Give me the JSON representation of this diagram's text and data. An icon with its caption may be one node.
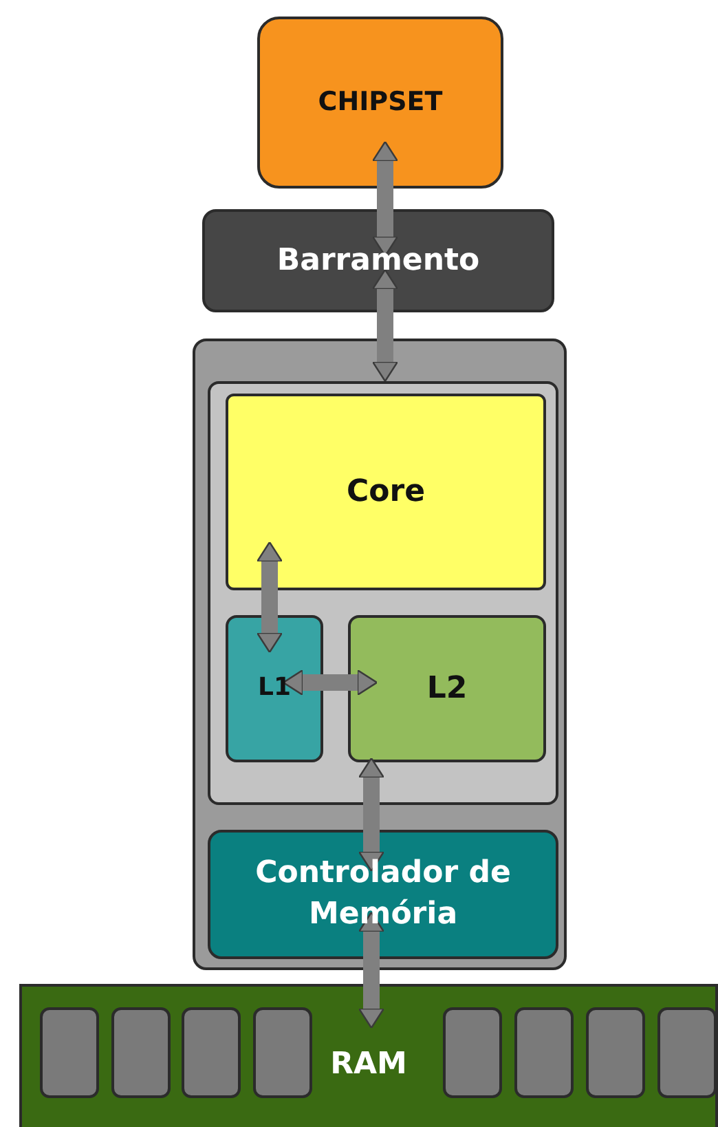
{
  "diagram": {
    "nodes": [
      {
        "text": [
          "CHIPSET"
        ]
      },
      {
        "text": [
          "Barramento"
        ]
      },
      {
        "text": [],
        "shape": "box"
      },
      {
        "text": [],
        "shape": "box",
        "in": 2
      },
      {
        "text": [
          "Core"
        ],
        "in": 3
      },
      {
        "text": [
          "L1"
        ],
        "in": 3
      },
      {
        "text": [
          "L2"
        ],
        "in": 3
      },
      {
        "text": [
          "Controlador de Memória"
        ],
        "in": 2
      },
      {
        "text": [
          "RAM"
        ]
      }
    ],
    "edges": [
      {
        "from": 0,
        "to": 1,
        "arrow": "both"
      },
      {
        "from": 1,
        "to": 2,
        "arrow": "both"
      },
      {
        "from": 4,
        "to": 5,
        "arrow": "both"
      },
      {
        "from": 5,
        "to": 6,
        "arrow": "both"
      },
      {
        "from": 3,
        "to": 7,
        "arrow": "both"
      },
      {
        "from": 7,
        "to": 8,
        "arrow": "both"
      }
    ]
  }
}
